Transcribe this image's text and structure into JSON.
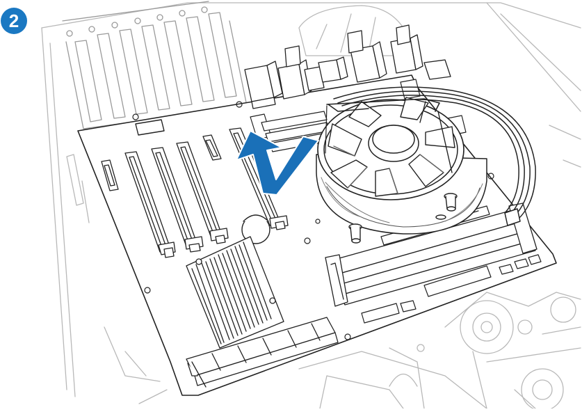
{
  "step": {
    "number": "2"
  },
  "colors": {
    "badge": "#1a78c2",
    "arrow": "#1a70b8",
    "line": "#222222",
    "faint": "#b8b8b8",
    "fill": "#ffffff",
    "shade": "#eeeeee"
  },
  "icons": {
    "step_badge": "circled-number",
    "install_arrow": "check-shaped-push-arrow",
    "fan": "cpu-fan"
  }
}
